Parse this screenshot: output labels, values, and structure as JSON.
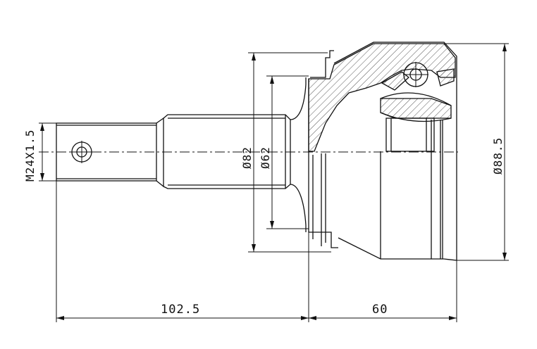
{
  "dimensions": {
    "thread": "M24X1.5",
    "dia_82": "Ø82",
    "dia_62": "Ø62",
    "dia_88_5": "Ø88.5",
    "len_102_5": "102.5",
    "len_60": "60"
  },
  "colors": {
    "line": "#111111",
    "hatch": "#444444",
    "background": "#ffffff"
  }
}
